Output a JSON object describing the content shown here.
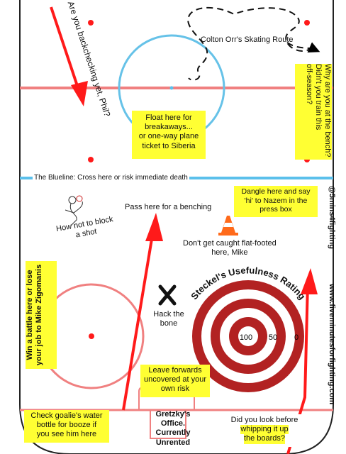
{
  "labels": {
    "phil": "Are you backchecking yet, Phil?",
    "colton": "Colton Orr's Skating Route",
    "bench": [
      "Why are you at the bench?",
      "Didn't you train this",
      "off-season?"
    ],
    "float": [
      "Float here for",
      "breakaways...",
      "or one-way plane",
      "ticket to Siberia"
    ],
    "blueline": "The Blueline: Cross here or risk immediate death",
    "dangle": [
      "Dangle here and say",
      "'hi' to Nazem in the",
      "press box"
    ],
    "pass": "Pass here for a benching",
    "block": [
      "How not to block",
      "a shot"
    ],
    "flatfooted": [
      "Don't get caught flat-footed",
      "here, Mike"
    ],
    "zigomanis": [
      "Win a battle here or lose",
      "your job to Mike Zigomanis"
    ],
    "hack": [
      "Hack the",
      "bone"
    ],
    "rating_title": "Steckel's Usefulness Rating",
    "leave": [
      "Leave forwards",
      "uncovered at your",
      "own risk"
    ],
    "water": [
      "Check goalie's water",
      "bottle for booze if",
      "you see him here"
    ],
    "gretzky": [
      "Gretzky's",
      "Office.",
      "Currently",
      "Unrented"
    ],
    "boards": [
      "Did you look before",
      "whipping it up",
      "the boards?"
    ],
    "twitter": "@5mins4fighting",
    "website": "www.fiveminutesforfighting.com",
    "x_mark": "X"
  },
  "target": {
    "labels": [
      "100",
      "50",
      "0"
    ]
  },
  "colors": {
    "red": "#ff1a1a",
    "rink_red": "#f08080",
    "blue": "#5bc0eb",
    "circle_blue": "#66c2e8",
    "target_red": "#b22222",
    "highlight": "#ffff33",
    "cone_orange": "#ff6a1a"
  }
}
